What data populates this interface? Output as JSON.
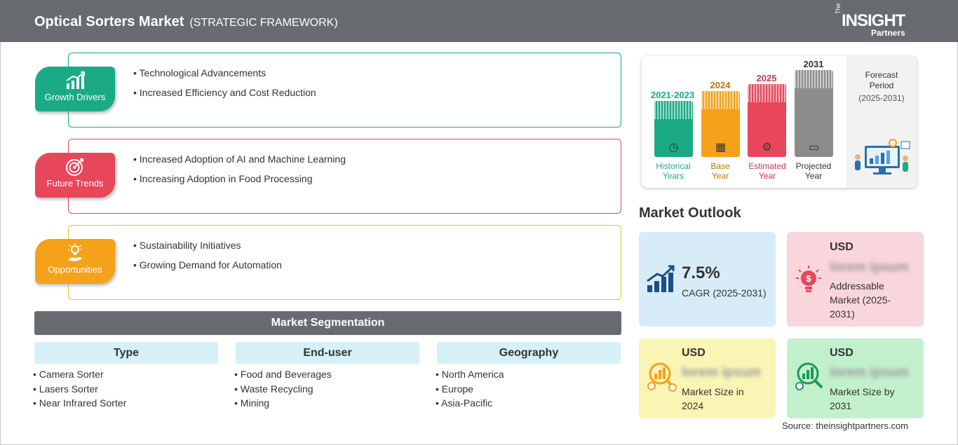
{
  "header": {
    "title": "Optical Sorters Market",
    "subtitle": "(STRATEGIC FRAMEWORK)",
    "logo": {
      "the": "The",
      "insight": "INSIGHT",
      "partners": "Partners"
    }
  },
  "factors": [
    {
      "label": "Growth Drivers",
      "color": "#1aaa86",
      "icon": "growth-chart-icon",
      "bullets": [
        "Technological Advancements",
        "Increased Efficiency and Cost Reduction"
      ]
    },
    {
      "label": "Future Trends",
      "color": "#e8465a",
      "icon": "target-icon",
      "bullets": [
        "Increased Adoption of AI and Machine Learning",
        "Increasing Adoption in Food Processing"
      ]
    },
    {
      "label": "Opportunities",
      "color": "#f5a21b",
      "icon": "lightbulb-hand-icon",
      "bullets": [
        "Sustainability Initiatives",
        "Growing Demand for Automation"
      ]
    }
  ],
  "segmentation": {
    "title": "Market Segmentation",
    "columns": [
      {
        "head": "Type",
        "items": [
          "Camera Sorter",
          "Lasers Sorter",
          "Near Infrared Sorter"
        ]
      },
      {
        "head": "End-user",
        "items": [
          "Food and Beverages",
          "Waste Recycling",
          "Mining"
        ]
      },
      {
        "head": "Geography",
        "items": [
          "North America",
          "Europe",
          "Asia-Pacific"
        ]
      }
    ]
  },
  "timeline": {
    "bars": [
      {
        "year": "2021-2023",
        "caption1": "Historical",
        "caption2": "Years",
        "color": "#1aaa86",
        "icon": "history-icon"
      },
      {
        "year": "2024",
        "caption1": "Base",
        "caption2": "Year",
        "color": "#f5a21b",
        "icon": "calendar-icon"
      },
      {
        "year": "2025",
        "caption1": "Estimated",
        "caption2": "Year",
        "color": "#e8465a",
        "icon": "estimate-icon"
      },
      {
        "year": "2031",
        "caption1": "Projected",
        "caption2": "Year",
        "color": "#8c8c8c",
        "icon": "presentation-icon"
      }
    ],
    "forecast_title_1": "Forecast",
    "forecast_title_2": "Period",
    "forecast_range": "(2025-2031)"
  },
  "outlook": {
    "title": "Market Outlook",
    "cagr_value": "7.5%",
    "cagr_caption": "CAGR (2025-2031)",
    "usd": "USD",
    "placeholder": "lorem ipsum",
    "addressable_caption": "Addressable Market (2025-2031)",
    "size_2024_caption": "Market Size in 2024",
    "size_2031_caption": "Market Size by 2031"
  },
  "source": "Source: theinsightpartners.com"
}
